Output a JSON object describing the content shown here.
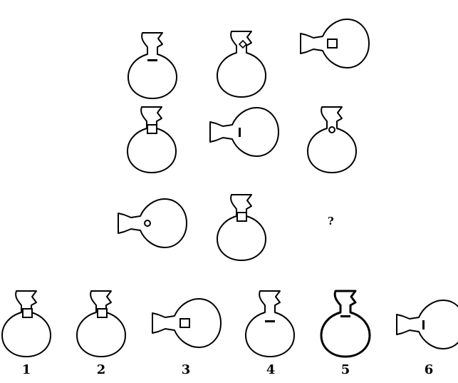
{
  "puzzle": {
    "question_mark": "?",
    "matrix": [
      [
        "upright-dash",
        "upright-diamond",
        "sideways-square"
      ],
      [
        "upright-square",
        "sideways-vline",
        "upright-circle"
      ],
      [
        "sideways-circle",
        "upright-square",
        "missing"
      ]
    ]
  },
  "options": [
    {
      "label": "1",
      "figure": "upright-square"
    },
    {
      "label": "2",
      "figure": "upright-square-notched"
    },
    {
      "label": "3",
      "figure": "sideways-square"
    },
    {
      "label": "4",
      "figure": "upright-dash"
    },
    {
      "label": "5",
      "figure": "upright-dash-heavy"
    },
    {
      "label": "6",
      "figure": "sideways-vline"
    }
  ]
}
